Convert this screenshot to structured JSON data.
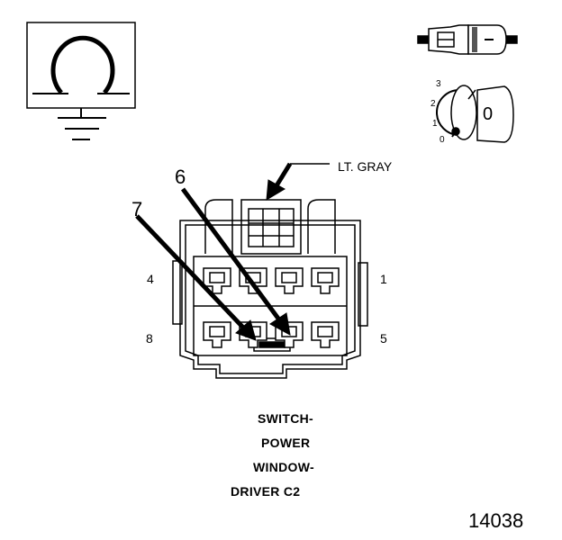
{
  "diagram": {
    "color_label": "LT. GRAY",
    "callouts": [
      "6",
      "7"
    ],
    "pin_labels": {
      "top_left": "4",
      "top_right": "1",
      "bottom_left": "8",
      "bottom_right": "5"
    },
    "ignition_positions": [
      "3",
      "2",
      "1",
      "0"
    ],
    "key_symbol": "0",
    "title_lines": [
      "SWITCH-",
      "POWER",
      "WINDOW-",
      "DRIVER C2"
    ],
    "figure_number": "14038"
  },
  "colors": {
    "line": "#000000",
    "background": "#ffffff"
  },
  "icons": [
    "ohm-ground-icon",
    "connector-side-view-icon",
    "ignition-key-icon",
    "connector-face-icon"
  ]
}
